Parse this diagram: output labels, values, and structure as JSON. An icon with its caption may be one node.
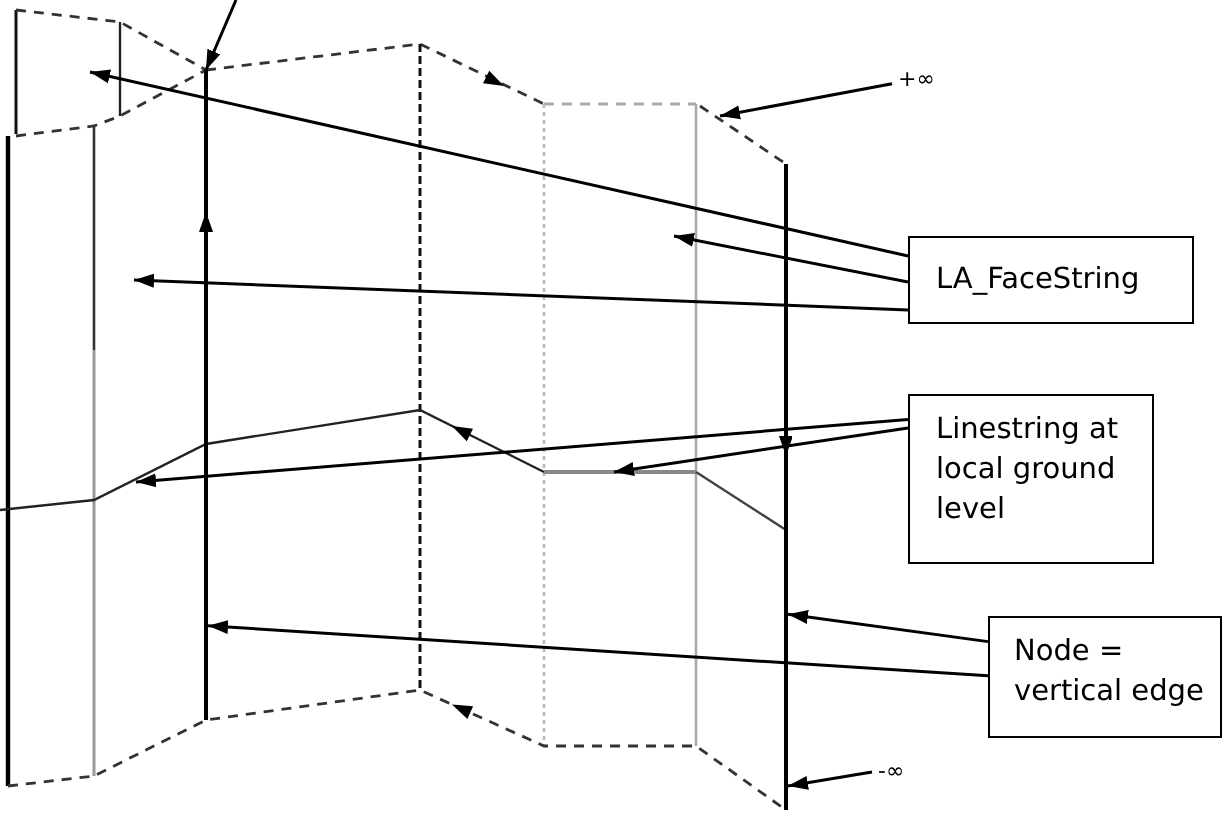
{
  "diagram": {
    "nodes": [
      {
        "text": [
          "LA_FaceString"
        ]
      },
      {
        "text": [
          "Linestring at local ground level"
        ]
      },
      {
        "text": [
          "Node = vertical edge"
        ]
      },
      {
        "text": [
          "+∞"
        ]
      },
      {
        "text": [
          "-∞"
        ]
      },
      {
        "text": [],
        "shape": "bar"
      },
      {
        "text": [],
        "shape": "bar"
      }
    ],
    "edges": [
      {
        "from": 0,
        "to": null,
        "arrow": "to"
      },
      {
        "from": 0,
        "to": null,
        "arrow": "to"
      },
      {
        "from": 0,
        "to": null,
        "arrow": "to"
      },
      {
        "from": 1,
        "to": null,
        "arrow": "to"
      },
      {
        "from": 1,
        "to": null,
        "arrow": "to"
      },
      {
        "from": 2,
        "to": 6,
        "arrow": "to"
      },
      {
        "from": 2,
        "to": 5,
        "arrow": "to"
      },
      {
        "from": 3,
        "to": null,
        "arrow": "to"
      },
      {
        "from": 4,
        "to": 6,
        "arrow": "to"
      },
      {
        "from": null,
        "to": 5,
        "arrow": "to"
      }
    ]
  }
}
